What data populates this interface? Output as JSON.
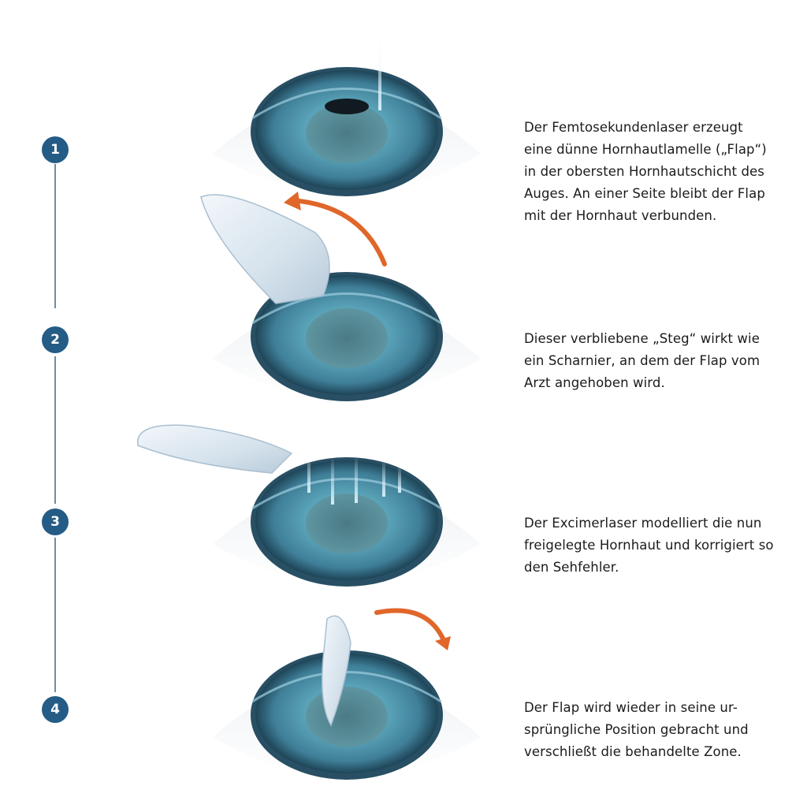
{
  "colors": {
    "badge": "#245c86",
    "timeline": "#6f8ea3",
    "arrow": "#e0662a",
    "iris": "#4b8ea6",
    "flap": "#dce8f1",
    "text": "#1b1b1b"
  },
  "steps": [
    {
      "number": "1",
      "lines": [
        "Der Femtosekundenlaser erzeugt",
        "eine dünne Hornhautlamelle („Flap“)",
        "in der obersten Hornhautschicht des",
        "Auges. An einer Seite bleibt der Flap",
        "mit der Hornhaut verbunden."
      ]
    },
    {
      "number": "2",
      "lines": [
        "Dieser verbliebene „Steg“ wirkt wie",
        "ein Scharnier, an dem der Flap vom",
        "Arzt angehoben wird."
      ]
    },
    {
      "number": "3",
      "lines": [
        "Der Excimerlaser modelliert die nun",
        "freigelegte Hornhaut und korrigiert so",
        "den Sehfehler."
      ]
    },
    {
      "number": "4",
      "lines": [
        "Der Flap wird wieder in seine ur-",
        "sprüngliche Position gebracht und",
        "verschließt die behandelte Zone."
      ]
    }
  ],
  "illustrations": [
    {
      "name": "eye-with-femtosecond-laser-icon",
      "state": "laser-beam",
      "pupil": "dark"
    },
    {
      "name": "eye-flap-lifted-icon",
      "state": "flap-lifted",
      "arrow": "counterclockwise"
    },
    {
      "name": "eye-excimer-laser-icon",
      "state": "excimer-beams"
    },
    {
      "name": "eye-flap-repositioned-icon",
      "state": "flap-closing",
      "arrow": "clockwise"
    }
  ]
}
